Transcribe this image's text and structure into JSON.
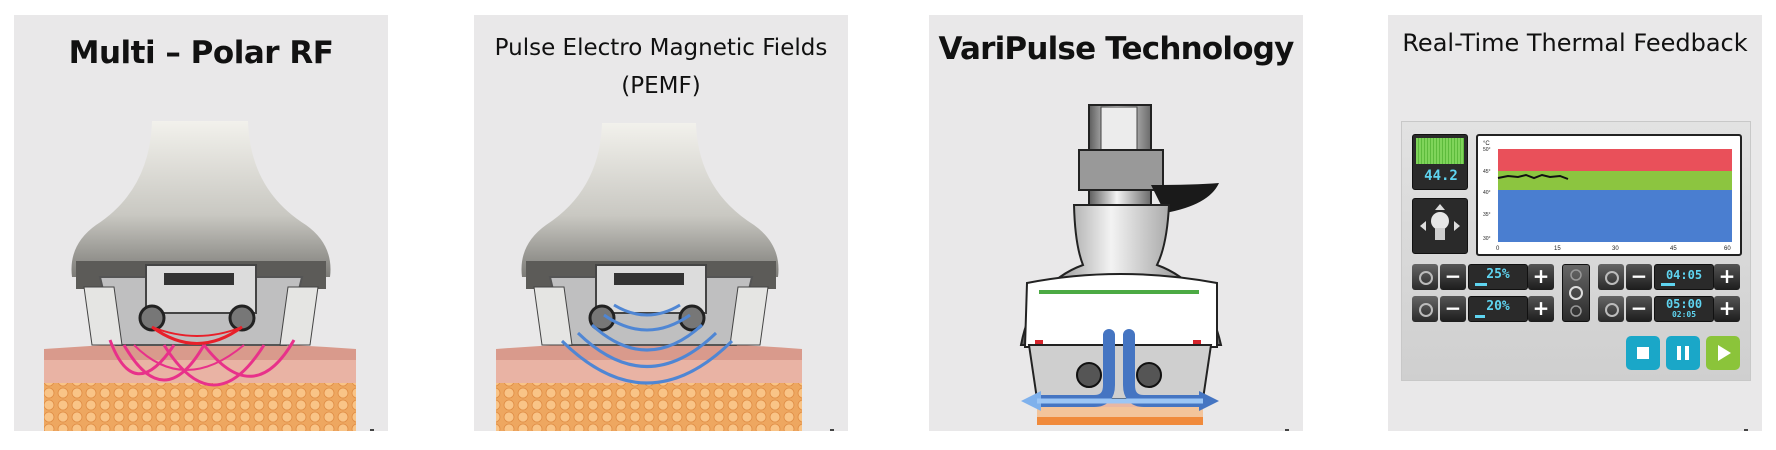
{
  "panels": [
    {
      "title": "Multi – Polar RF"
    },
    {
      "title_line1": "Pulse Electro Magnetic Fields",
      "title_line2": "(PEMF)"
    },
    {
      "title": "VariPulse Technology"
    },
    {
      "title": "Real-Time Thermal Feedback"
    }
  ],
  "thermal": {
    "temperature_readout": "44.2",
    "y_unit": "°C",
    "y_ticks": [
      "50°",
      "45°",
      "40°",
      "35°",
      "30°"
    ],
    "x_ticks": [
      "0",
      "15",
      "30",
      "45",
      "60"
    ],
    "bands": {
      "upper": "#e9505a",
      "middle": "#8cc540",
      "lower": "#4a7ed0"
    },
    "control_left_top": {
      "value": "25%",
      "minus": "−",
      "plus": "+"
    },
    "control_left_bottom": {
      "value": "20%",
      "minus": "−",
      "plus": "+"
    },
    "control_right_top": {
      "value": "04:05",
      "minus": "−",
      "plus": "+"
    },
    "control_right_bottom": {
      "value": "05:00",
      "sub_value": "02:05",
      "minus": "−",
      "plus": "+"
    },
    "playback_colors": {
      "stop": "#1aa7c8",
      "pause": "#1aa7c8",
      "play": "#8bc43a"
    }
  }
}
